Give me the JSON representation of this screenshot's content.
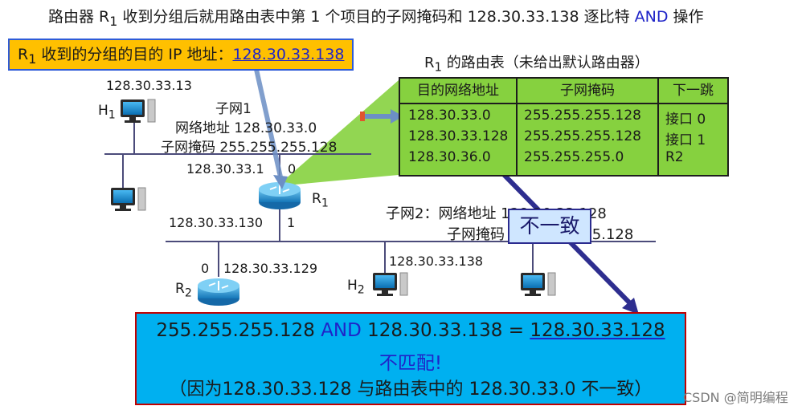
{
  "title": {
    "prefix": "路由器 R",
    "sub": "1",
    "middle": " 收到分组后就用路由表中第 1 个项目的子网掩码和 128.30.33.138 逐比特 ",
    "op": "AND",
    "suffix": " 操作"
  },
  "dest_banner": {
    "r": "R",
    "sub": "1",
    "text": " 收到的分组的目的 IP 地址：",
    "ip": "128.30.33.138"
  },
  "routing_table": {
    "title_prefix": "R",
    "title_sub": "1",
    "title_suffix": " 的路由表（未给出默认路由器）",
    "headers": [
      "目的网络地址",
      "子网掩码",
      "下一跳"
    ],
    "rows": [
      {
        "dest": "128.30.33.0",
        "mask": "255.255.255.128",
        "next": "接口 0"
      },
      {
        "dest": "128.30.33.128",
        "mask": "255.255.255.128",
        "next": "接口 1"
      },
      {
        "dest": "128.30.36.0",
        "mask": "255.255.255.0",
        "next": "R2"
      }
    ],
    "colors": {
      "fill": "#86d13f",
      "border": "#1d1d1d"
    }
  },
  "network": {
    "h1_ip": "128.30.33.13",
    "h1_label": "H",
    "h1_sub": "1",
    "subnet1_name": "子网1",
    "subnet1_addr": "网络地址 128.30.33.0",
    "subnet1_mask": "子网掩码 255.255.255.128",
    "r1_port0_ip": "128.30.33.1",
    "r1_port0": "0",
    "r1_label": "R",
    "r1_sub": "1",
    "r1_port1_ip": "128.30.33.130",
    "r1_port1": "1",
    "subnet2_addr": "子网2：网络地址 128.30.33.128",
    "subnet2_mask": "子网掩码 255.255.255.128",
    "r2_port0": "0",
    "r2_ip": "128.30.33.129",
    "r2_label": "R",
    "r2_sub": "2",
    "h2_ip": "128.30.33.138",
    "h2_label": "H",
    "h2_sub": "2"
  },
  "mismatch_label": "不一致",
  "result": {
    "line1_a": "255.255.255.128 ",
    "line1_op": "AND",
    "line1_b": " 128.30.33.138 = ",
    "line1_res": "128.30.33.128",
    "line2": "不匹配!",
    "line3": "（因为128.30.33.128 与路由表中的 128.30.33.0 不一致）"
  },
  "watermark": "CSDN @简明编程",
  "icons": [
    "computer-icon",
    "router-icon",
    "arrow-icon"
  ],
  "colors": {
    "accent_blue": "#1f24c8",
    "banner": "#ffc000",
    "result_bg": "#00b0f0",
    "table_green": "#86d13f"
  }
}
